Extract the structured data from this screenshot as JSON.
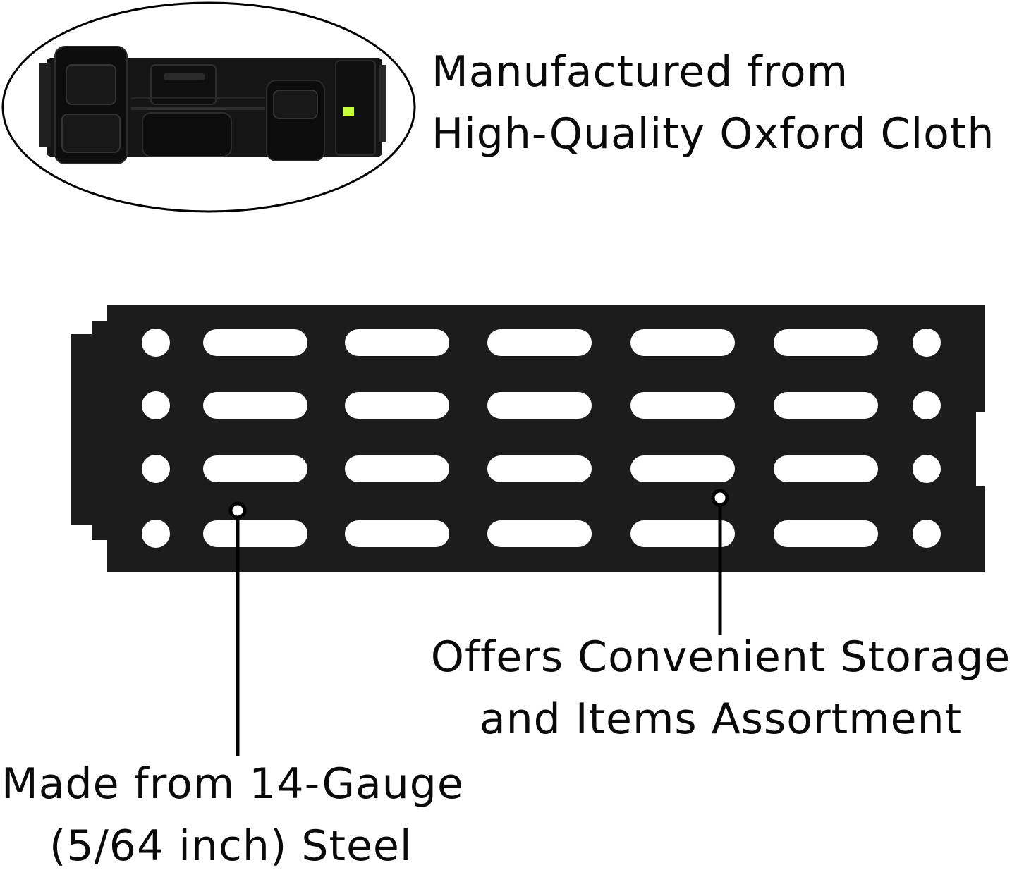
{
  "captions": {
    "cloth": {
      "line1": "Manufactured from",
      "line2": "High-Quality Oxford Cloth"
    },
    "storage": {
      "line1": "Offers Convenient Storage",
      "line2": "and Items Assortment"
    },
    "steel": {
      "line1": "Made from 14-Gauge",
      "line2": "(5/64 inch) Steel"
    }
  },
  "colors": {
    "panel": "#1c1c1c",
    "bag": "#121212",
    "accent_tag": "#c6ff3a",
    "text": "#0a0a0a"
  },
  "images": {
    "bag_photo": "black oxford-cloth organizer bag with pouches (inset)",
    "steel_panel": "black perforated steel panel with slotted holes"
  }
}
